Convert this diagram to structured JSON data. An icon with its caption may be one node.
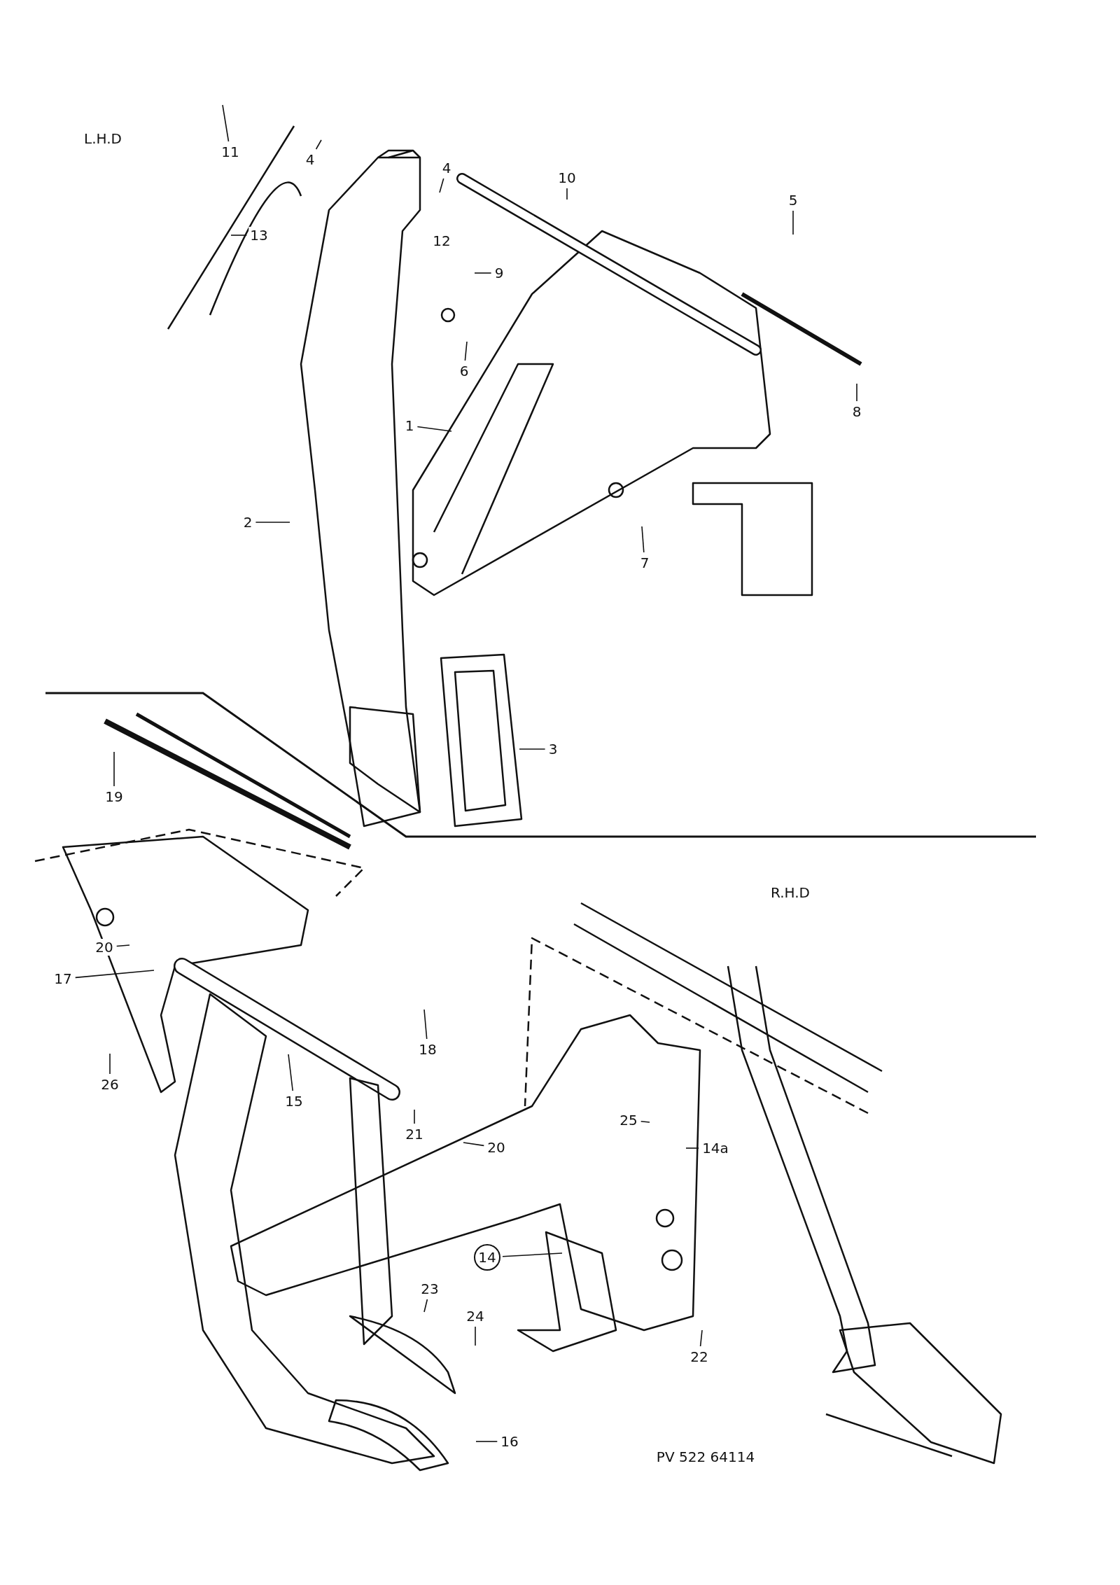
{
  "diagram": {
    "nodes": [
      {
        "text": [
          "11"
        ]
      },
      {
        "text": [
          "4"
        ]
      },
      {
        "text": [
          "13"
        ]
      },
      {
        "text": [
          "4"
        ]
      },
      {
        "text": [
          "10"
        ]
      },
      {
        "text": [
          "5"
        ]
      },
      {
        "text": [
          "12"
        ]
      },
      {
        "text": [
          "9"
        ]
      },
      {
        "text": [
          "6"
        ]
      },
      {
        "text": [
          "8"
        ]
      },
      {
        "text": [
          "1"
        ]
      },
      {
        "text": [
          "2"
        ]
      },
      {
        "text": [
          "7"
        ]
      },
      {
        "text": [
          "3"
        ]
      },
      {
        "text": [
          "19"
        ]
      },
      {
        "text": [
          "20"
        ]
      },
      {
        "text": [
          "17"
        ]
      },
      {
        "text": [
          "26"
        ]
      },
      {
        "text": [
          "18"
        ]
      },
      {
        "text": [
          "15"
        ]
      },
      {
        "text": [
          "21"
        ]
      },
      {
        "text": [
          "20"
        ]
      },
      {
        "text": [
          "25"
        ]
      },
      {
        "text": [
          "14a"
        ]
      },
      {
        "text": [
          "14"
        ]
      },
      {
        "text": [
          "23"
        ]
      },
      {
        "text": [
          "24"
        ]
      },
      {
        "text": [
          "22"
        ]
      },
      {
        "text": [
          "16"
        ]
      }
    ],
    "edges": [
      {
        "from": 0,
        "to": null,
        "arrow": "none"
      },
      {
        "from": 1,
        "to": null,
        "arrow": "none"
      },
      {
        "from": 2,
        "to": null,
        "arrow": "none"
      },
      {
        "from": 3,
        "to": null,
        "arrow": "none"
      },
      {
        "from": 4,
        "to": null,
        "arrow": "none"
      },
      {
        "from": 5,
        "to": null,
        "arrow": "none"
      },
      {
        "from": 7,
        "to": null,
        "arrow": "none"
      },
      {
        "from": 8,
        "to": null,
        "arrow": "none"
      },
      {
        "from": 9,
        "to": null,
        "arrow": "none"
      },
      {
        "from": 10,
        "to": null,
        "arrow": "none"
      },
      {
        "from": 11,
        "to": null,
        "arrow": "none"
      },
      {
        "from": 12,
        "to": null,
        "arrow": "none"
      },
      {
        "from": 13,
        "to": null,
        "arrow": "none"
      },
      {
        "from": 14,
        "to": null,
        "arrow": "none"
      },
      {
        "from": 15,
        "to": null,
        "arrow": "none"
      },
      {
        "from": 16,
        "to": null,
        "arrow": "none"
      },
      {
        "from": 17,
        "to": null,
        "arrow": "none"
      },
      {
        "from": 18,
        "to": null,
        "arrow": "none"
      },
      {
        "from": 19,
        "to": null,
        "arrow": "none"
      },
      {
        "from": 20,
        "to": null,
        "arrow": "none"
      },
      {
        "from": 21,
        "to": null,
        "arrow": "none"
      },
      {
        "from": 22,
        "to": null,
        "arrow": "none"
      },
      {
        "from": 23,
        "to": null,
        "arrow": "none"
      },
      {
        "from": 24,
        "to": null,
        "arrow": "none"
      },
      {
        "from": 25,
        "to": null,
        "arrow": "none"
      },
      {
        "from": 26,
        "to": null,
        "arrow": "none"
      },
      {
        "from": 27,
        "to": null,
        "arrow": "none"
      },
      {
        "from": 28,
        "to": null,
        "arrow": "none"
      }
    ],
    "labels": [
      "L.H.D",
      "R.H.D",
      "PV 522 64114"
    ]
  }
}
